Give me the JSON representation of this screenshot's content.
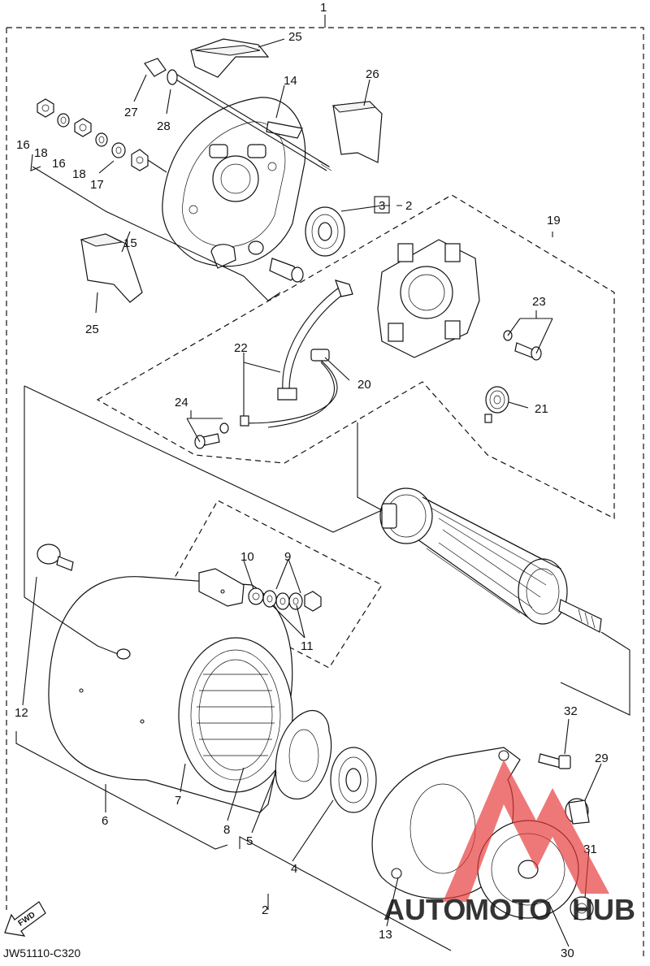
{
  "diagram": {
    "assembly_label": "1",
    "catalog_code": "JW51110-C320",
    "fwd_label": "FWD",
    "ref_box_label": "3",
    "ref_box_suffix": "2",
    "callouts": {
      "c2": "2",
      "c4": "4",
      "c5": "5",
      "c6": "6",
      "c7": "7",
      "c8": "8",
      "c9": "9",
      "c10": "10",
      "c11": "11",
      "c12": "12",
      "c13": "13",
      "c15": "15",
      "c16a": "16",
      "c16b": "16",
      "c17": "17",
      "c18a": "18",
      "c18b": "18",
      "c19": "19",
      "c20": "20",
      "c21": "21",
      "c22": "22",
      "c23": "23",
      "c24": "24",
      "c25a": "25",
      "c25b": "25",
      "c26": "26",
      "c27": "27",
      "c28": "28",
      "c29": "29",
      "c30": "30",
      "c31": "31",
      "c32": "32"
    }
  },
  "watermark": {
    "brand_part1": "AUTO",
    "brand_part2": "MOTO",
    "brand_part3": "HUB",
    "color_red": "#e63a3a",
    "color_orange": "#f2a23a"
  }
}
